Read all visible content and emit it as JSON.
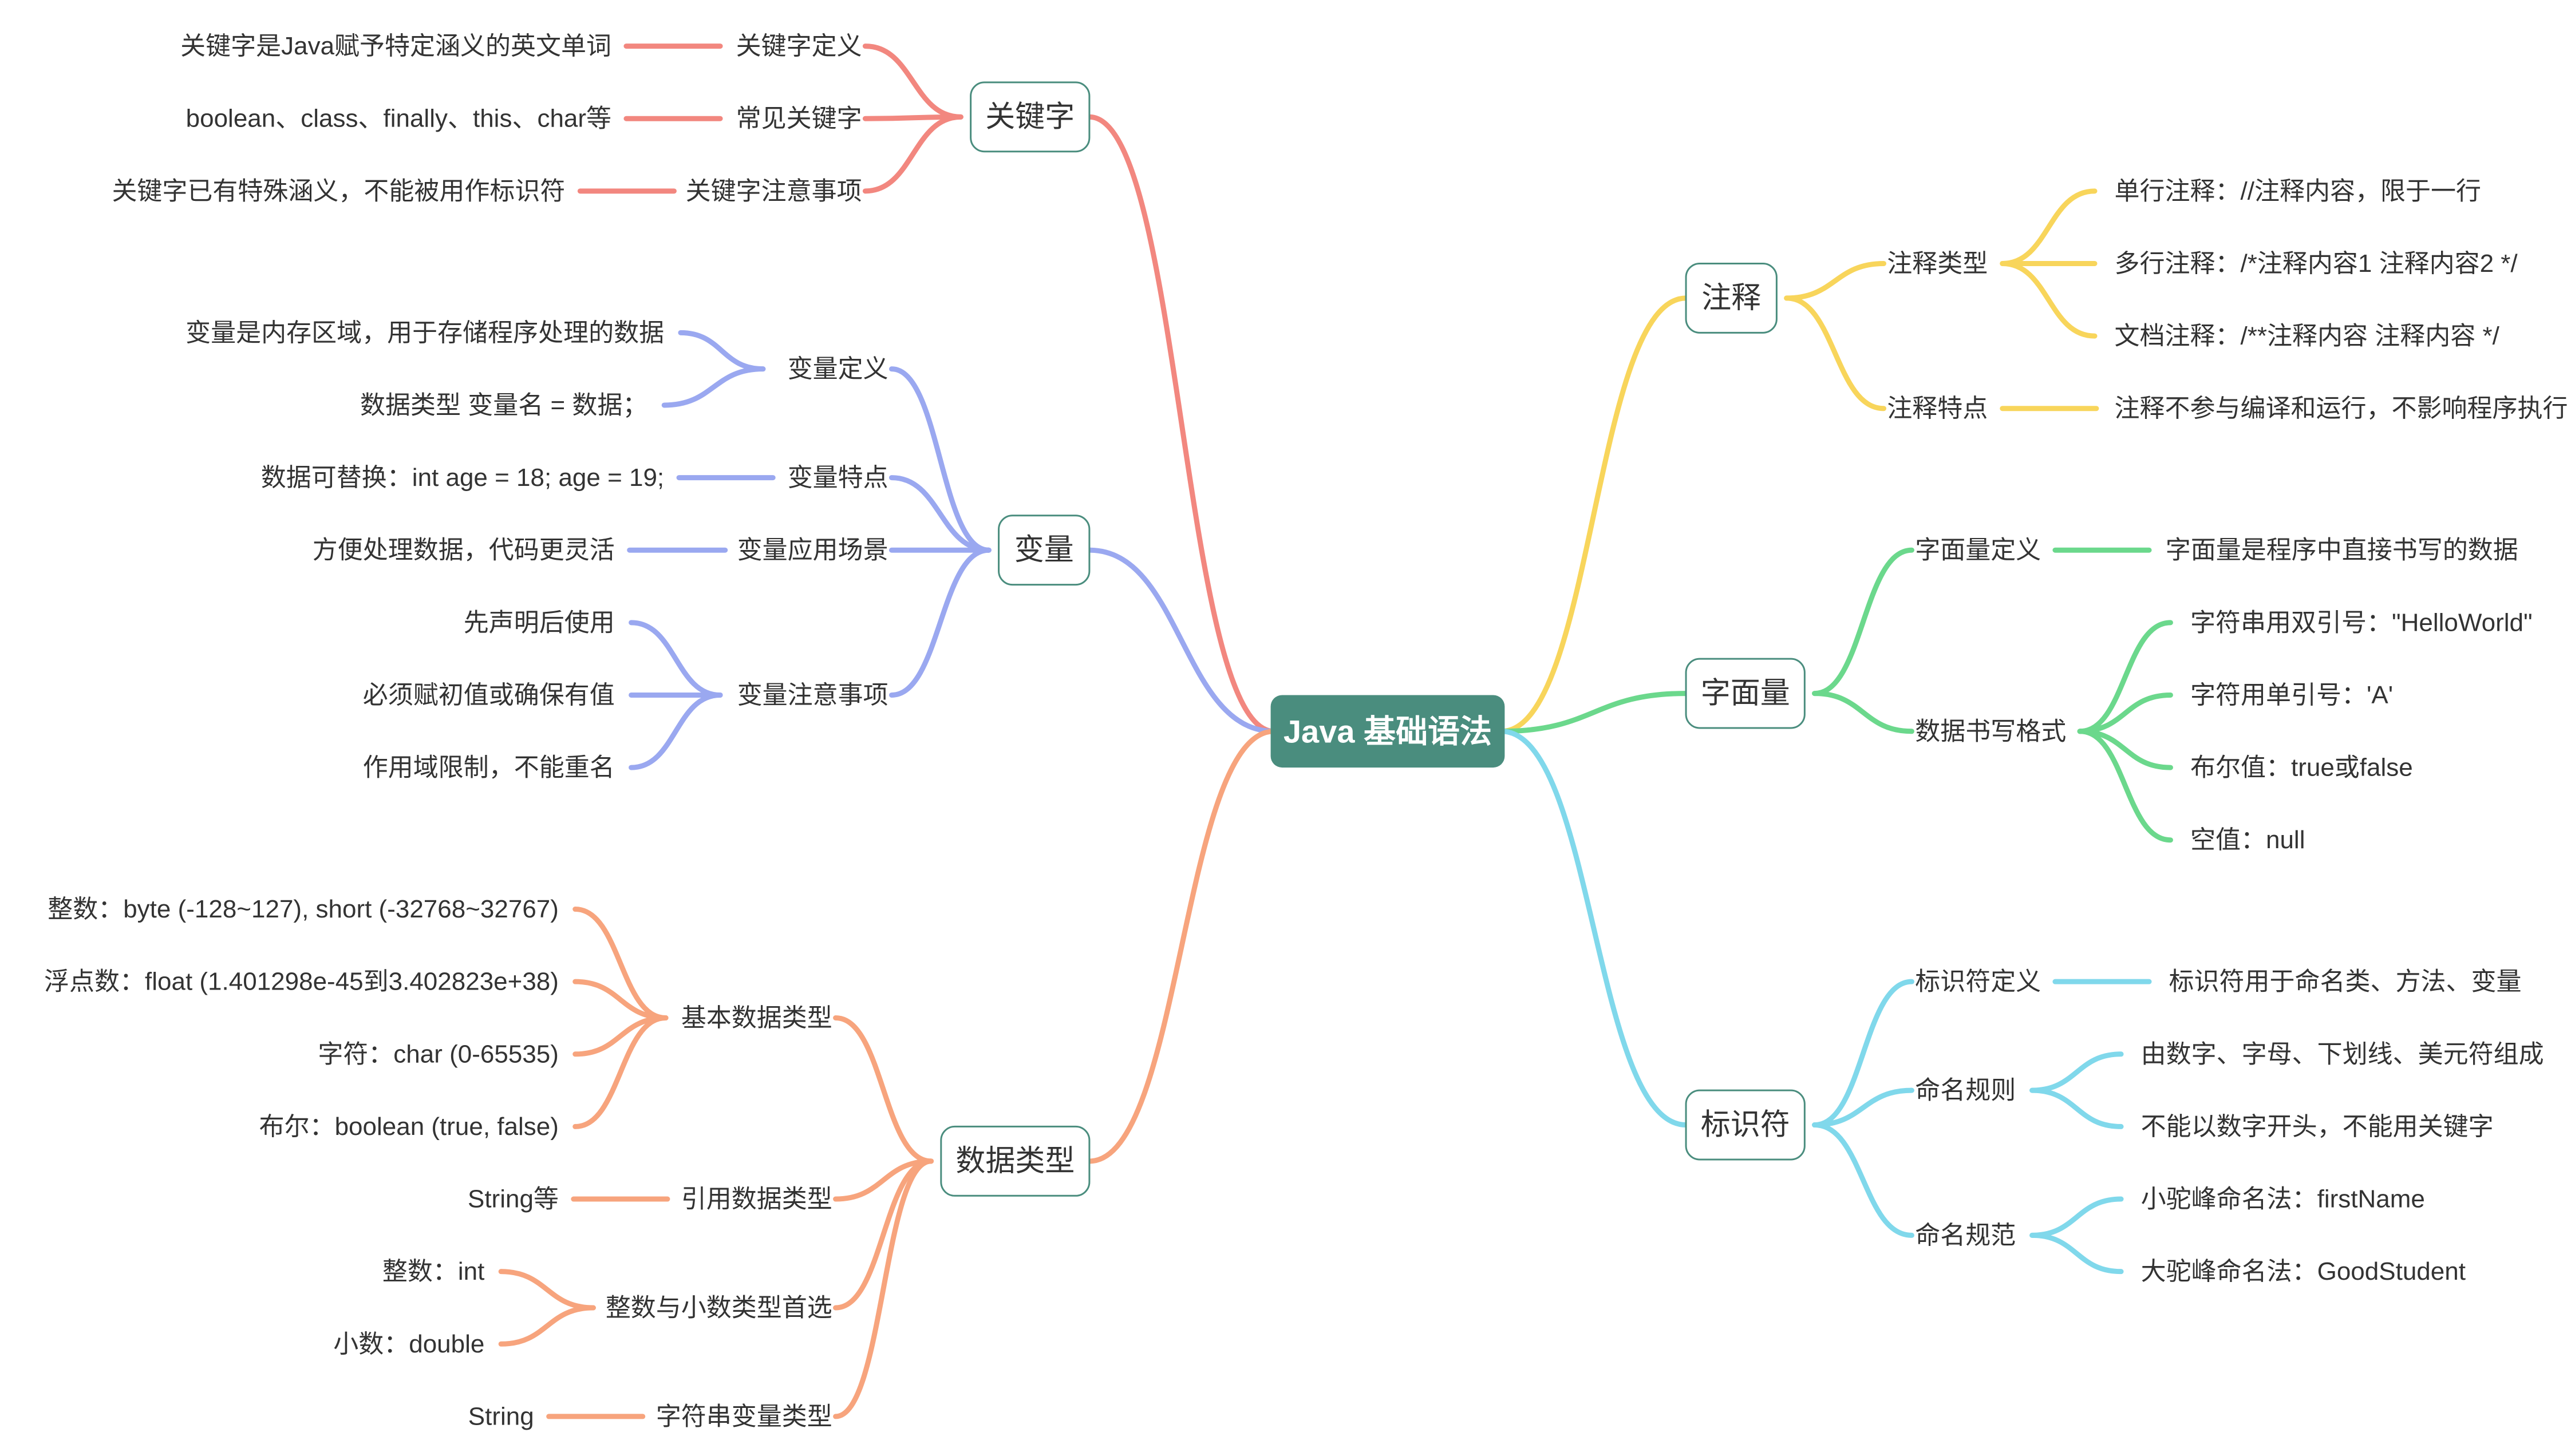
{
  "root": {
    "label": "Java 基础语法",
    "color": "#4a8d7e"
  },
  "branches": [
    {
      "key": "kw",
      "label": "关键字",
      "color": "#f2877f",
      "children": [
        {
          "label": "关键字定义",
          "children": [
            {
              "label": "关键字是Java赋予特定涵义的英文单词"
            }
          ]
        },
        {
          "label": "常见关键字",
          "children": [
            {
              "label": "boolean、class、finally、this、char等"
            }
          ]
        },
        {
          "label": "关键字注意事项",
          "children": [
            {
              "label": "关键字已有特殊涵义，不能被用作标识符"
            }
          ]
        }
      ]
    },
    {
      "key": "var",
      "label": "变量",
      "color": "#9aa8f0",
      "children": [
        {
          "label": "变量定义",
          "children": [
            {
              "label": "变量是内存区域，用于存储程序处理的数据"
            },
            {
              "label": "数据类型 变量名 = 数据；"
            }
          ]
        },
        {
          "label": "变量特点",
          "children": [
            {
              "label": "数据可替换：int age = 18; age = 19;"
            }
          ]
        },
        {
          "label": "变量应用场景",
          "children": [
            {
              "label": "方便处理数据，代码更灵活"
            }
          ]
        },
        {
          "label": "变量注意事项",
          "children": [
            {
              "label": "先声明后使用"
            },
            {
              "label": "必须赋初值或确保有值"
            },
            {
              "label": "作用域限制，不能重名"
            }
          ]
        }
      ]
    },
    {
      "key": "dt",
      "label": "数据类型",
      "color": "#f7a47d",
      "children": [
        {
          "label": "基本数据类型",
          "children": [
            {
              "label": "整数：byte (-128~127), short (-32768~32767)"
            },
            {
              "label": "浮点数：float (1.401298e-45到3.402823e+38)"
            },
            {
              "label": "字符：char (0-65535)"
            },
            {
              "label": "布尔：boolean (true, false)"
            }
          ]
        },
        {
          "label": "引用数据类型",
          "children": [
            {
              "label": "String等"
            }
          ]
        },
        {
          "label": "整数与小数类型首选",
          "children": [
            {
              "label": "整数：int"
            },
            {
              "label": "小数：double"
            }
          ]
        },
        {
          "label": "字符串变量类型",
          "children": [
            {
              "label": "String"
            }
          ]
        }
      ]
    },
    {
      "key": "cm",
      "label": "注释",
      "color": "#f8d55b",
      "children": [
        {
          "label": "注释类型",
          "children": [
            {
              "label": "单行注释：//注释内容，限于一行"
            },
            {
              "label": "多行注释：/*注释内容1 注释内容2 */"
            },
            {
              "label": "文档注释：/**注释内容 注释内容 */"
            }
          ]
        },
        {
          "label": "注释特点",
          "children": [
            {
              "label": "注释不参与编译和运行，不影响程序执行"
            }
          ]
        }
      ]
    },
    {
      "key": "lit",
      "label": "字面量",
      "color": "#6bd88c",
      "children": [
        {
          "label": "字面量定义",
          "children": [
            {
              "label": "字面量是程序中直接书写的数据"
            }
          ]
        },
        {
          "label": "数据书写格式",
          "children": [
            {
              "label": "字符串用双引号：\"HelloWorld\""
            },
            {
              "label": "字符用单引号：'A'"
            },
            {
              "label": "布尔值：true或false"
            },
            {
              "label": "空值：null"
            }
          ]
        }
      ]
    },
    {
      "key": "id",
      "label": "标识符",
      "color": "#80d8eb",
      "children": [
        {
          "label": "标识符定义",
          "children": [
            {
              "label": "标识符用于命名类、方法、变量"
            }
          ]
        },
        {
          "label": "命名规则",
          "children": [
            {
              "label": "由数字、字母、下划线、美元符组成"
            },
            {
              "label": "不能以数字开头，不能用关键字"
            }
          ]
        },
        {
          "label": "命名规范",
          "children": [
            {
              "label": "小驼峰命名法：firstName"
            },
            {
              "label": "大驼峰命名法：GoodStudent"
            }
          ]
        }
      ]
    }
  ]
}
